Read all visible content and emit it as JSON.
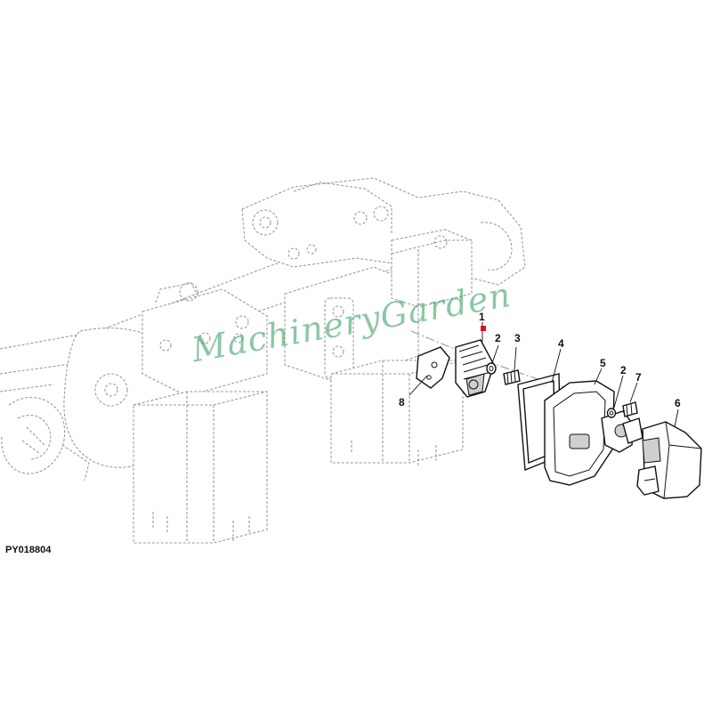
{
  "figure_id": "PY018804",
  "watermark": "MachineryGarden",
  "callouts": [
    {
      "key": "part-1",
      "label": "1"
    },
    {
      "key": "part-2a",
      "label": "2"
    },
    {
      "key": "part-3",
      "label": "3"
    },
    {
      "key": "part-4",
      "label": "4"
    },
    {
      "key": "part-5",
      "label": "5"
    },
    {
      "key": "part-2b",
      "label": "2"
    },
    {
      "key": "part-7",
      "label": "7"
    },
    {
      "key": "part-6",
      "label": "6"
    },
    {
      "key": "part-8",
      "label": "8"
    }
  ],
  "colors": {
    "ghost_outline": "#9a9a9a",
    "part_outline": "#111111",
    "watermark": "#2e9a5a",
    "highlight_marker": "#e0101a"
  }
}
